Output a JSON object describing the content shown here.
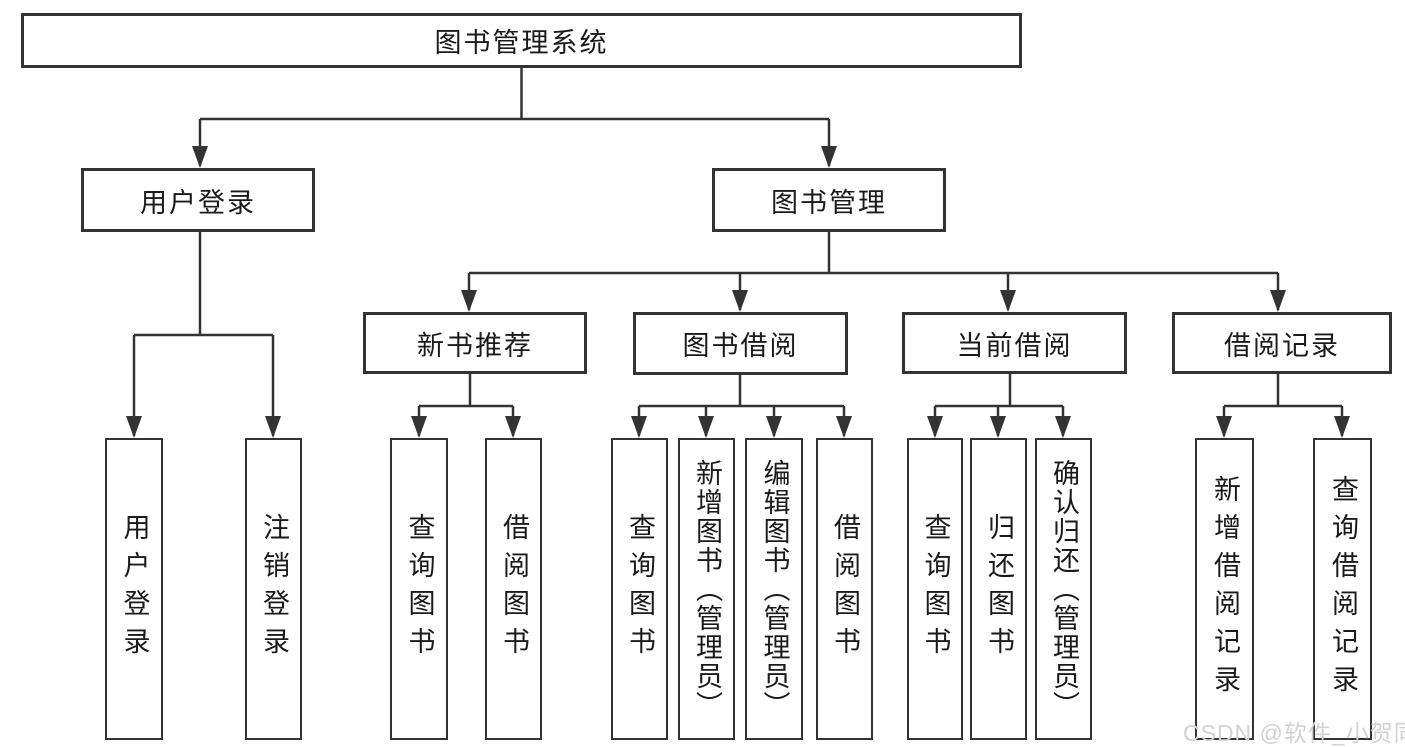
{
  "title": {
    "label": "图书管理系统"
  },
  "level2": [
    {
      "label": "用户登录"
    },
    {
      "label": "图书管理"
    }
  ],
  "level3": [
    {
      "label": "新书推荐",
      "parent": "图书管理"
    },
    {
      "label": "图书借阅",
      "parent": "图书管理"
    },
    {
      "label": "当前借阅",
      "parent": "图书管理"
    },
    {
      "label": "借阅记录",
      "parent": "图书管理"
    }
  ],
  "leaves": [
    {
      "label": "用户登录",
      "parent": "用户登录"
    },
    {
      "label": "注销登录",
      "parent": "用户登录"
    },
    {
      "label": "查询图书",
      "parent": "新书推荐"
    },
    {
      "label": "借阅图书",
      "parent": "新书推荐"
    },
    {
      "label": "查询图书",
      "parent": "图书借阅"
    },
    {
      "label": "新增图书（管理员）",
      "parent": "图书借阅"
    },
    {
      "label": "编辑图书（管理员）",
      "parent": "图书借阅"
    },
    {
      "label": "借阅图书",
      "parent": "图书借阅"
    },
    {
      "label": "查询图书",
      "parent": "当前借阅"
    },
    {
      "label": "归还图书",
      "parent": "当前借阅"
    },
    {
      "label": "确认归还（管理员）",
      "parent": "当前借阅"
    },
    {
      "label": "新增借阅记录",
      "parent": "借阅记录"
    },
    {
      "label": "查询借阅记录",
      "parent": "借阅记录"
    }
  ],
  "watermark": {
    "text": "CSDN @软件_小贺同学"
  },
  "colors": {
    "line": "#333333",
    "text": "#1a1a1a",
    "background": "#ffffff",
    "watermark": "#d2d2d2"
  }
}
